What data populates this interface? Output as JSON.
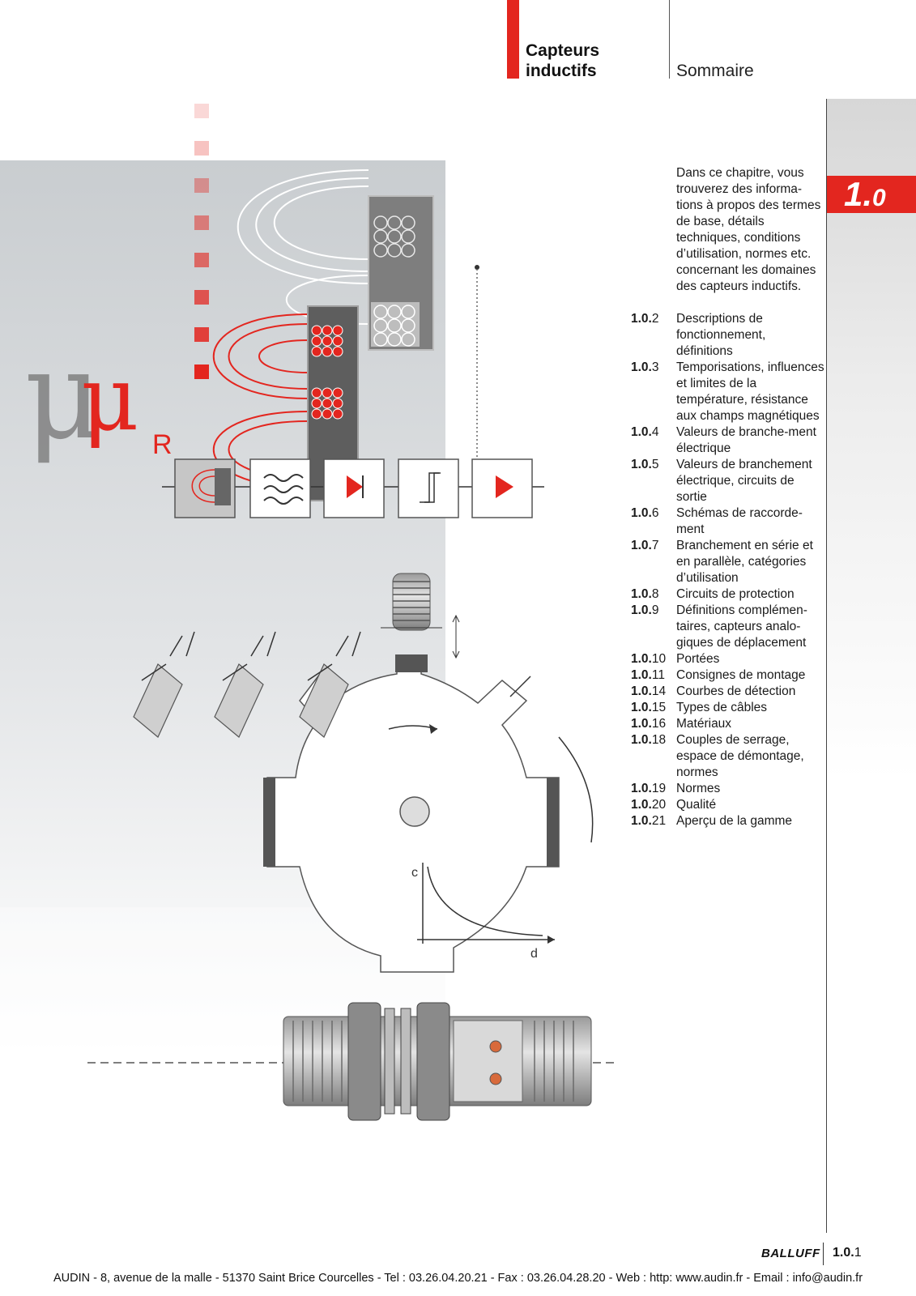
{
  "header": {
    "title_line1": "Capteurs",
    "title_line2": "inductifs",
    "subtitle": "Sommaire"
  },
  "chapter_tab": {
    "major": "1.",
    "minor": "0"
  },
  "intro": "Dans ce chapitre, vous trouverez des informa-tions à propos des termes de base, détails techniques, conditions d’utilisation, normes etc. concernant les domaines des capteurs inductifs.",
  "toc": [
    {
      "prefix": "1.0.",
      "num": "2",
      "label": "Descriptions de fonctionnement, définitions"
    },
    {
      "prefix": "1.0.",
      "num": "3",
      "label": "Temporisations, influences et limites de la température, résistance aux champs magnétiques"
    },
    {
      "prefix": "1.0.",
      "num": "4",
      "label": "Valeurs de branche-ment électrique"
    },
    {
      "prefix": "1.0.",
      "num": "5",
      "label": "Valeurs de branchement électrique, circuits de sortie"
    },
    {
      "prefix": "1.0.",
      "num": "6",
      "label": "Schémas de raccorde-ment"
    },
    {
      "prefix": "1.0.",
      "num": "7",
      "label": "Branchement en série et en parallèle, catégories d’utilisation"
    },
    {
      "prefix": "1.0.",
      "num": "8",
      "label": "Circuits de protection"
    },
    {
      "prefix": "1.0.",
      "num": "9",
      "label": "Définitions complémen-taires, capteurs analo-giques de déplacement"
    },
    {
      "prefix": "1.0.",
      "num": "10",
      "label": "Portées"
    },
    {
      "prefix": "1.0.",
      "num": "11",
      "label": "Consignes de montage"
    },
    {
      "prefix": "1.0.",
      "num": "14",
      "label": "Courbes de détection"
    },
    {
      "prefix": "1.0.",
      "num": "15",
      "label": "Types de câbles"
    },
    {
      "prefix": "1.0.",
      "num": "16",
      "label": "Matériaux"
    },
    {
      "prefix": "1.0.",
      "num": "18",
      "label": "Couples de serrage, espace de démontage, normes"
    },
    {
      "prefix": "1.0.",
      "num": "19",
      "label": "Normes"
    },
    {
      "prefix": "1.0.",
      "num": "20",
      "label": "Qualité"
    },
    {
      "prefix": "1.0.",
      "num": "21",
      "label": "Aperçu de la gamme"
    }
  ],
  "illustration": {
    "mu_symbol": "μ",
    "mu_subscript": "R",
    "curve_y_label": "c",
    "curve_x_label": "d",
    "accent_color": "#e3261f"
  },
  "footer": {
    "brand": "BALLUFF",
    "page_prefix": "1.0.",
    "page_num": "1",
    "address": "AUDIN - 8, avenue de la malle - 51370 Saint Brice Courcelles - Tel : 03.26.04.20.21 - Fax : 03.26.04.28.20 - Web : http: www.audin.fr - Email : info@audin.fr"
  }
}
